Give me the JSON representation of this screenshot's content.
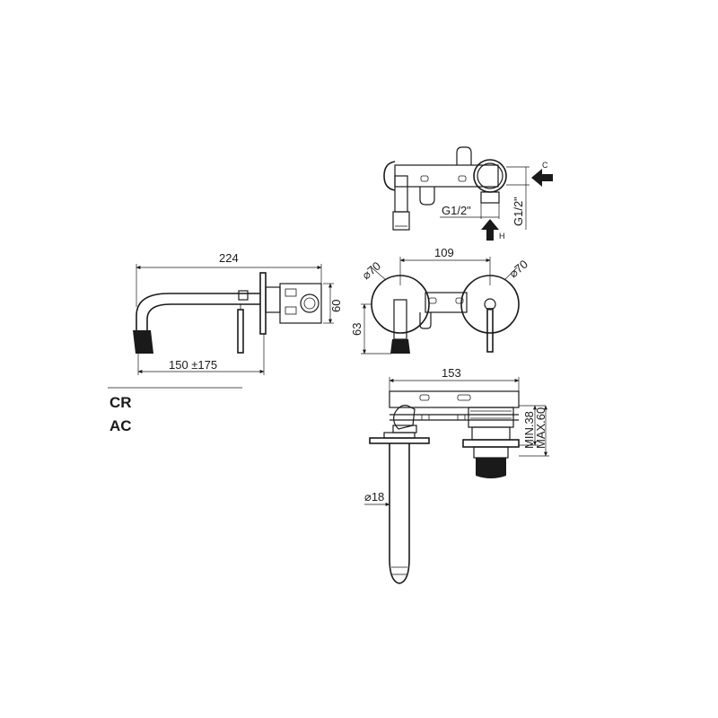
{
  "dimensions": {
    "width_total": "224",
    "reach": "150 ±175",
    "height_plate": "60",
    "hole_spacing": "109",
    "diameter_left": "⌀70",
    "diameter_right": "⌀70",
    "height_center": "63",
    "depth_total": "153",
    "min_depth": "MIN.38",
    "max_depth": "MAX.60",
    "spout_diameter": "⌀18",
    "thread_bottom": "G1/2\"",
    "thread_side": "G1/2\""
  },
  "flow_labels": {
    "cold": "C",
    "hot": "H"
  },
  "finish_codes": [
    "CR",
    "AC"
  ],
  "colors": {
    "line": "#1a1a1a",
    "background": "#ffffff"
  }
}
